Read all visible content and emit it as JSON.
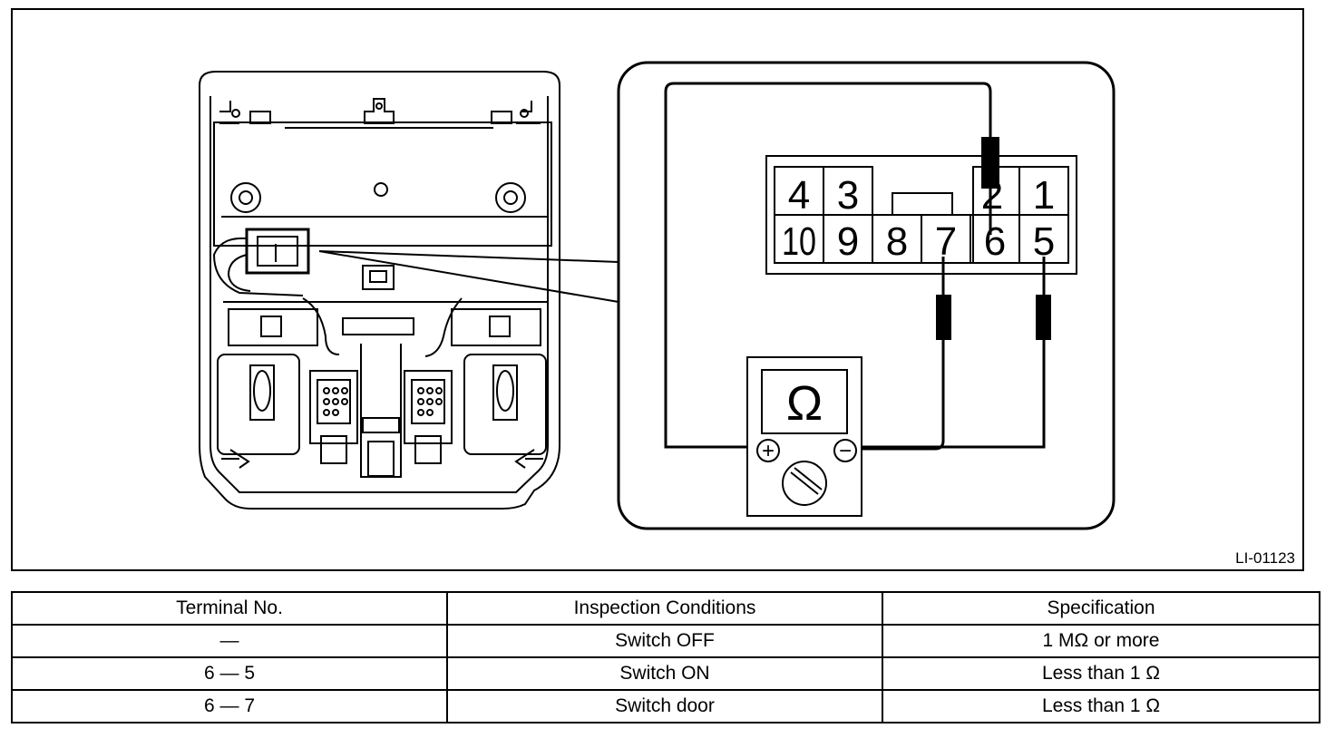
{
  "figure": {
    "id_label": "LI-01123",
    "meter_symbol": "Ω",
    "positive_symbol": "+",
    "negative_symbol": "−",
    "connector_pins": {
      "top_row": [
        "4",
        "3",
        "2",
        "1"
      ],
      "bottom_row": [
        "10",
        "9",
        "8",
        "7",
        "6",
        "5"
      ]
    }
  },
  "table": {
    "headers": [
      "Terminal No.",
      "Inspection Conditions",
      "Specification"
    ],
    "rows": [
      [
        "—",
        "Switch OFF",
        "1 MΩ or more"
      ],
      [
        "6 — 5",
        "Switch ON",
        "Less than 1 Ω"
      ],
      [
        "6 — 7",
        "Switch door",
        "Less than 1 Ω"
      ]
    ]
  }
}
